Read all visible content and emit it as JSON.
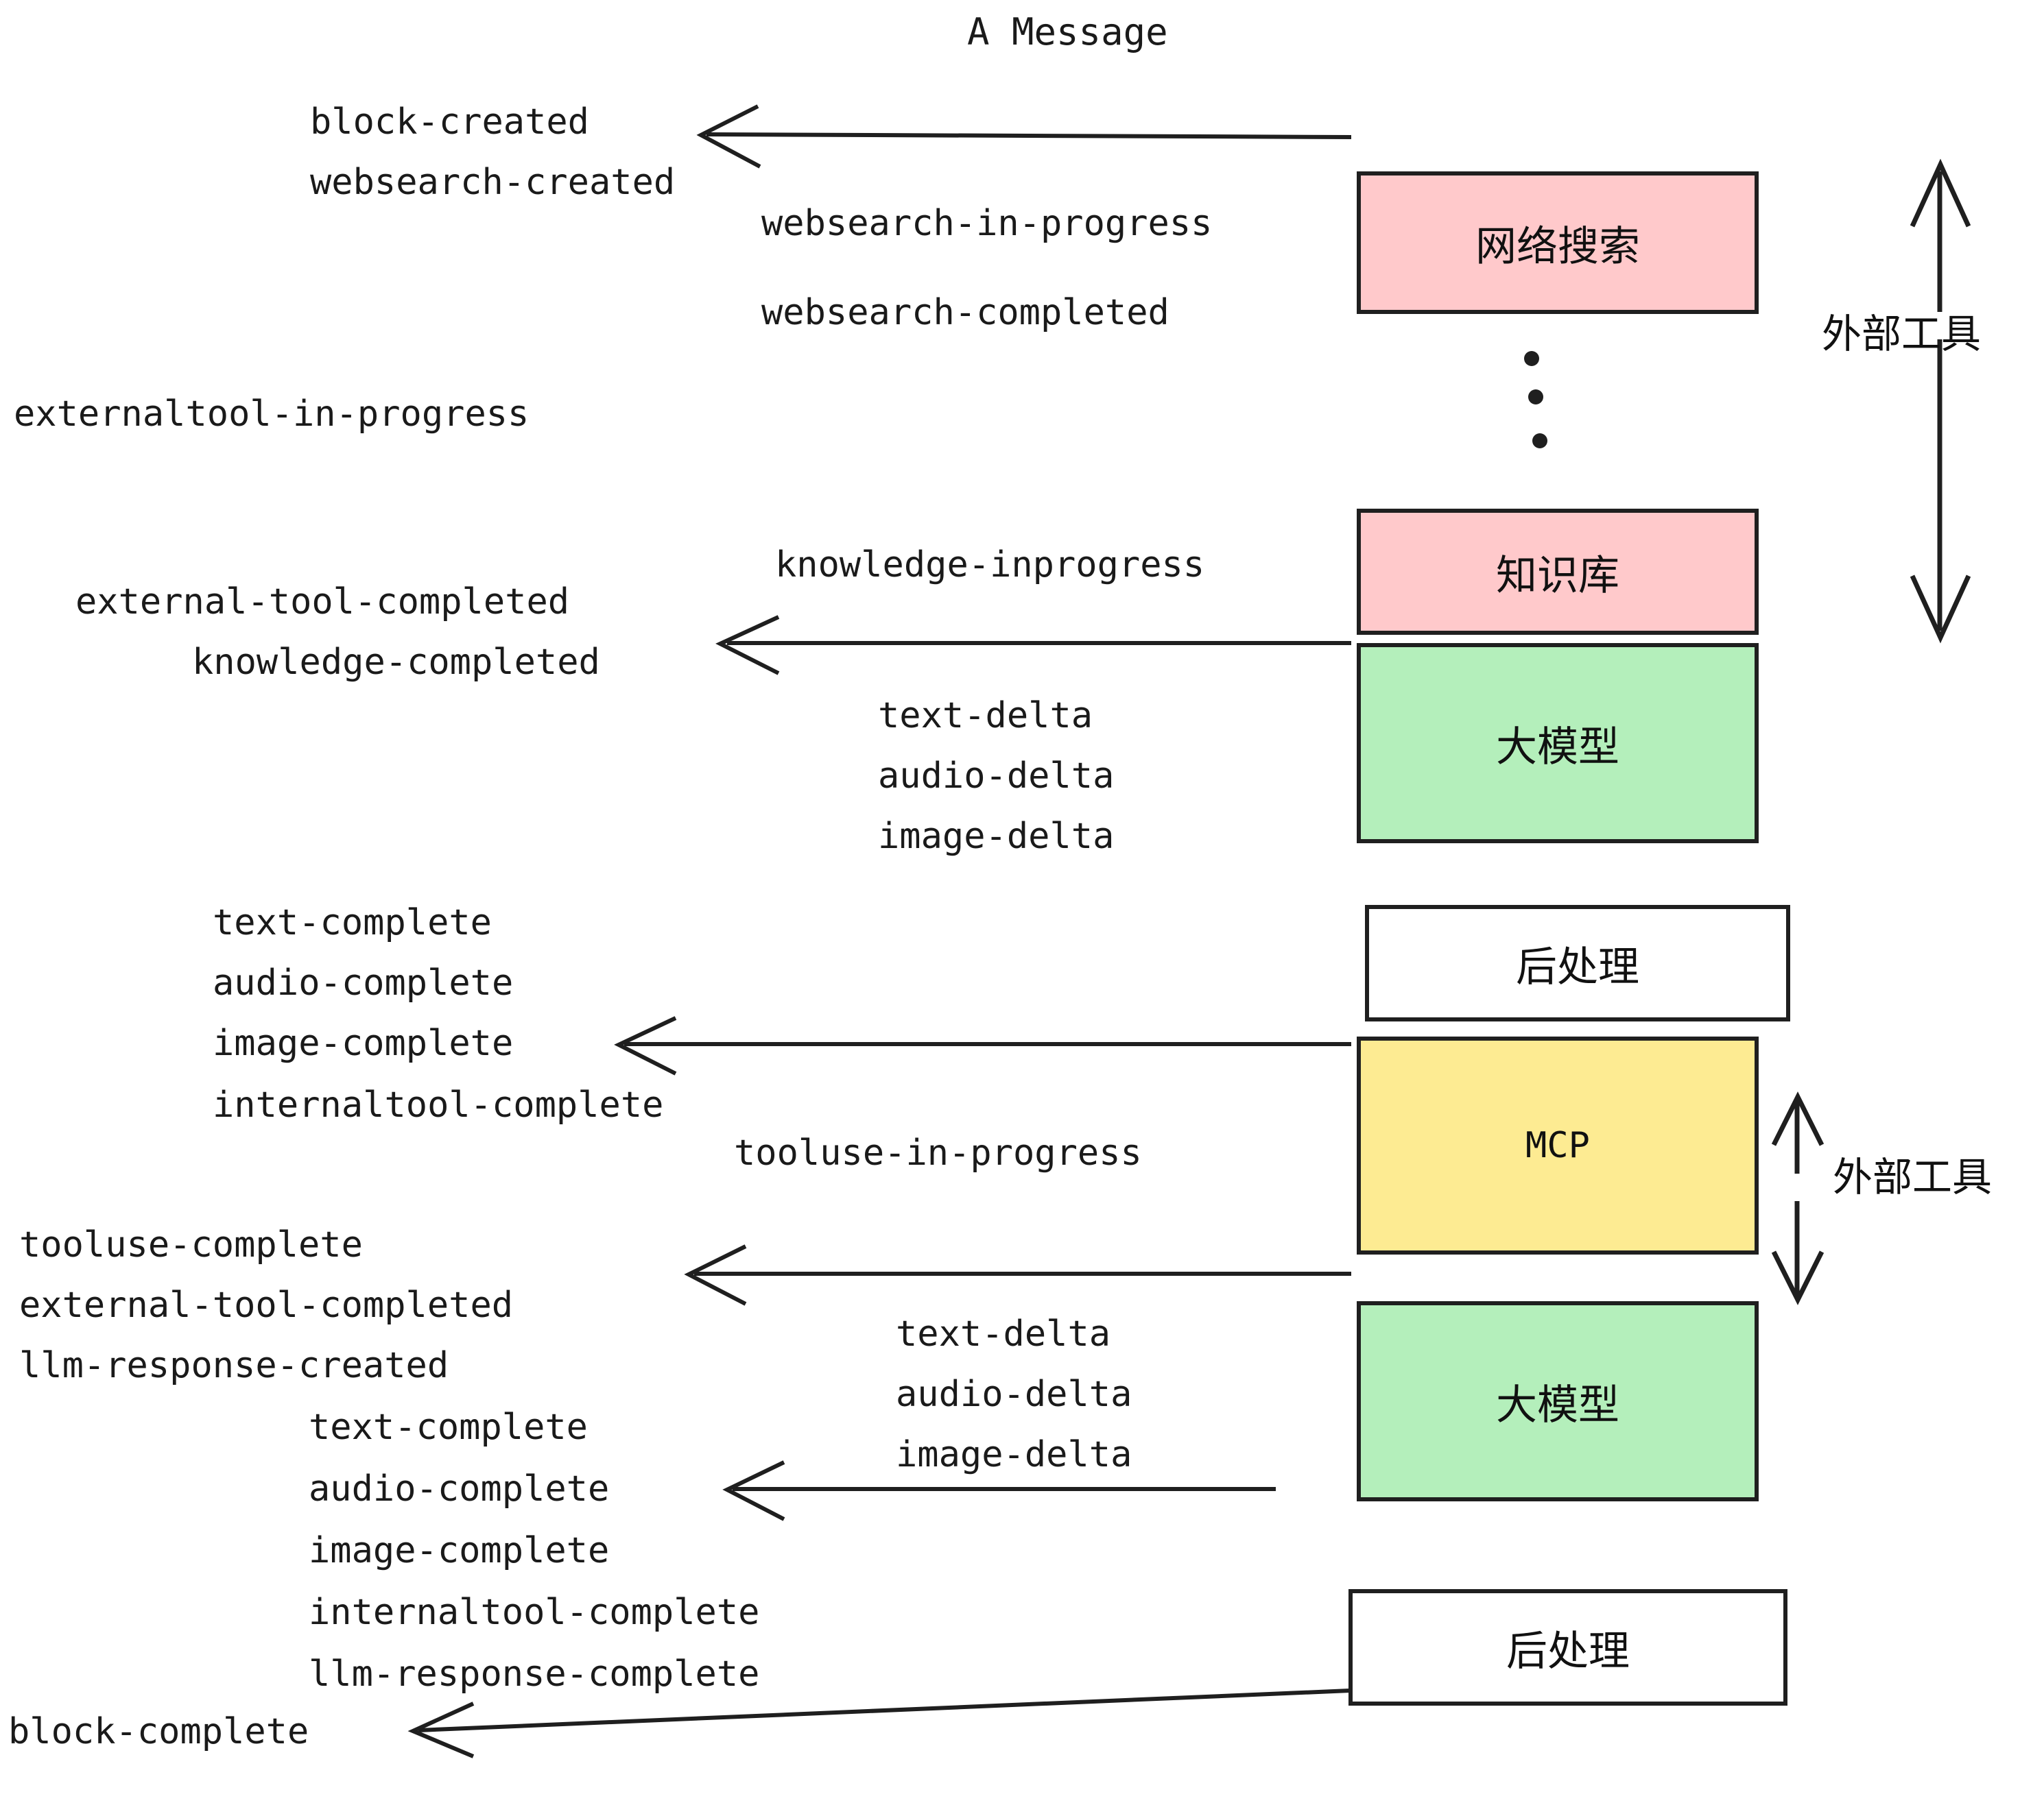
{
  "diagram": {
    "title": "A Message",
    "colors": {
      "pink": "#FFC9CB",
      "green": "#B4EFBB",
      "yellow": "#FDEB92",
      "white": "#FFFFFF",
      "stroke": "#1F1F1F",
      "text": "#1A1A1A"
    },
    "nodes": [
      {
        "id": "websearch",
        "label": "网络搜索",
        "fill": "#FFC9CB"
      },
      {
        "id": "knowledge",
        "label": "知识库",
        "fill": "#FFC9CB"
      },
      {
        "id": "llm-1",
        "label": "大模型",
        "fill": "#B4EFBB"
      },
      {
        "id": "postprocess-1",
        "label": "后处理",
        "fill": "#FFFFFF"
      },
      {
        "id": "mcp",
        "label": "MCP",
        "fill": "#FDEB92"
      },
      {
        "id": "llm-2",
        "label": "大模型",
        "fill": "#B4EFBB"
      },
      {
        "id": "postprocess-2",
        "label": "后处理",
        "fill": "#FFFFFF"
      }
    ],
    "side_labels": [
      {
        "id": "external-tool-top",
        "label": "外部工具"
      },
      {
        "id": "external-tool-bottom",
        "label": "外部工具"
      }
    ],
    "events": [
      {
        "id": "e01",
        "text": "block-created"
      },
      {
        "id": "e02",
        "text": "websearch-created"
      },
      {
        "id": "e03",
        "text": "websearch-in-progress"
      },
      {
        "id": "e04",
        "text": "websearch-completed"
      },
      {
        "id": "e05",
        "text": "externaltool-in-progress"
      },
      {
        "id": "e06",
        "text": "knowledge-inprogress"
      },
      {
        "id": "e07",
        "text": "external-tool-completed"
      },
      {
        "id": "e08",
        "text": "knowledge-completed"
      },
      {
        "id": "e09",
        "text": "text-delta"
      },
      {
        "id": "e10",
        "text": "audio-delta"
      },
      {
        "id": "e11",
        "text": "image-delta"
      },
      {
        "id": "e12",
        "text": "text-complete"
      },
      {
        "id": "e13",
        "text": "audio-complete"
      },
      {
        "id": "e14",
        "text": "image-complete"
      },
      {
        "id": "e15",
        "text": "internaltool-complete"
      },
      {
        "id": "e16",
        "text": "tooluse-in-progress"
      },
      {
        "id": "e17",
        "text": "tooluse-complete"
      },
      {
        "id": "e18",
        "text": "external-tool-completed"
      },
      {
        "id": "e19",
        "text": "llm-response-created"
      },
      {
        "id": "e20",
        "text": "text-delta"
      },
      {
        "id": "e21",
        "text": "audio-delta"
      },
      {
        "id": "e22",
        "text": "image-delta"
      },
      {
        "id": "e23",
        "text": "text-complete"
      },
      {
        "id": "e24",
        "text": "audio-complete"
      },
      {
        "id": "e25",
        "text": "image-complete"
      },
      {
        "id": "e26",
        "text": "internaltool-complete"
      },
      {
        "id": "e27",
        "text": "llm-response-complete"
      },
      {
        "id": "e28",
        "text": "block-complete"
      }
    ],
    "ellipsis": "⋮"
  }
}
